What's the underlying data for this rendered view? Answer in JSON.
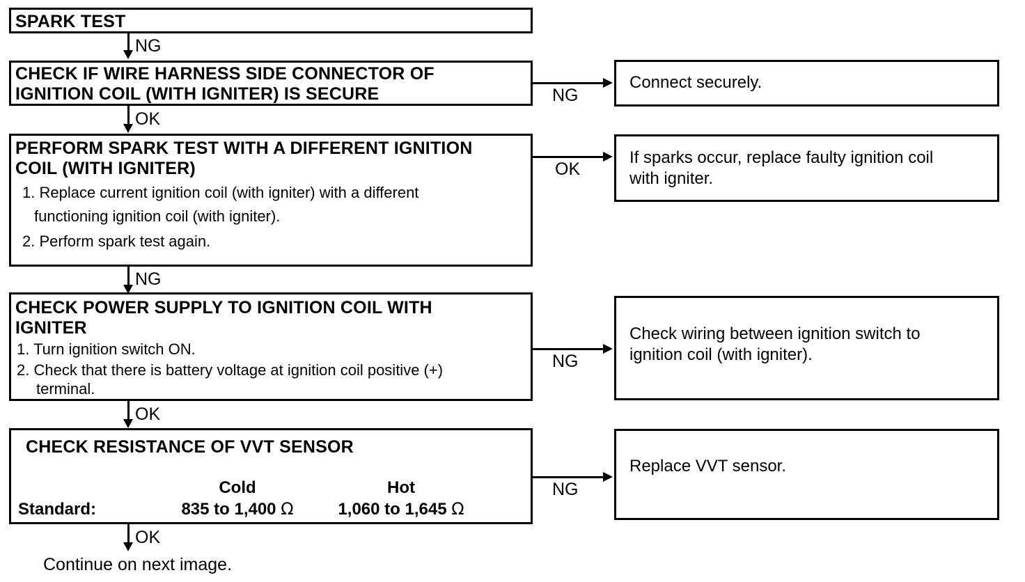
{
  "diagram": {
    "title": "Spark Test Diagnostic Flowchart",
    "line_color": "#000000",
    "background_color": "#ffffff"
  },
  "steps": [
    {
      "id": "spark-test",
      "heading": "SPARK TEST"
    },
    {
      "id": "check-connector",
      "heading_line1": "CHECK  IF  WIRE  HARNESS  SIDE  CONNECTOR  OF",
      "heading_line2": "IGNITION COIL (WITH IGNITER) IS SECURE"
    },
    {
      "id": "perform-spark-test",
      "heading_line1": "PERFORM SPARK TEST WITH A DIFFERENT IGNITION",
      "heading_line2": "COIL (WITH IGNITER)",
      "step1_line1": "1. Replace current ignition coil (with igniter) with a different",
      "step1_line2": "functioning ignition coil (with igniter).",
      "step2": "2. Perform spark test again."
    },
    {
      "id": "check-power-supply",
      "heading_line1": "CHECK POWER SUPPLY TO IGNITION COIL WITH",
      "heading_line2": "IGNITER",
      "step1": "1. Turn ignition switch ON.",
      "step2_line1": "2. Check that there is battery voltage at ignition coil positive (+)",
      "step2_line2": "terminal."
    },
    {
      "id": "check-vvt-resistance",
      "heading": "CHECK RESISTANCE OF VVT SENSOR",
      "table": {
        "row_label": "Standard:",
        "col_cold_header": "Cold",
        "col_hot_header": "Hot",
        "cold_value": "835 to 1,400",
        "hot_value": "1,060 to 1,645",
        "unit": "Ω"
      }
    }
  ],
  "results": [
    {
      "id": "connect-securely",
      "text": "Connect securely."
    },
    {
      "id": "replace-faulty-coil",
      "line1": "If sparks occur, replace faulty ignition coil",
      "line2": "with igniter."
    },
    {
      "id": "check-wiring",
      "line1": "Check wiring between ignition switch to",
      "line2": "ignition coil (with igniter)."
    },
    {
      "id": "replace-vvt-sensor",
      "text": "Replace VVT sensor."
    }
  ],
  "connectors": {
    "down": [
      {
        "id": "spark-to-connector",
        "label": "NG"
      },
      {
        "id": "connector-to-spark-test",
        "label": "OK"
      },
      {
        "id": "spark-test-to-power",
        "label": "NG"
      },
      {
        "id": "power-to-vvt",
        "label": "OK"
      },
      {
        "id": "vvt-to-continue",
        "label": "OK"
      }
    ],
    "right": [
      {
        "id": "connector-to-connect-securely",
        "label": "NG"
      },
      {
        "id": "spark-test-to-replace-coil",
        "label": "OK"
      },
      {
        "id": "power-to-check-wiring",
        "label": "NG"
      },
      {
        "id": "vvt-to-replace-sensor",
        "label": "NG"
      }
    ]
  },
  "footer": {
    "continue_note": "Continue on next image."
  }
}
